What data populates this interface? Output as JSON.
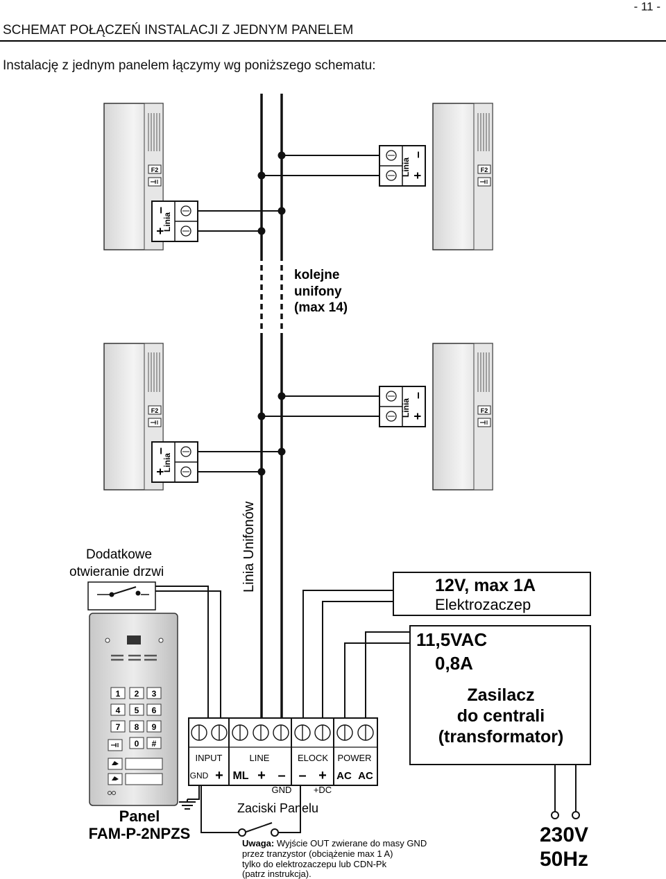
{
  "page_number": "- 11 -",
  "header": "SCHEMAT POŁĄCZEŃ INSTALACJI Z JEDNYM PANELEM",
  "intro": "Instalację z jednym panelem łączymy wg poniższego schematu:",
  "intercom": {
    "f2_label": "F2",
    "terminal_minus": "–",
    "terminal_plus": "+",
    "terminal_name": "Linia"
  },
  "more_units": {
    "line1": "kolejne",
    "line2": "unifony",
    "line3": "(max 14)"
  },
  "line_label": "Linia Unifonów",
  "extra_door": {
    "line1": "Dodatkowe",
    "line2": "otwieranie drzwi"
  },
  "lock_box": {
    "line1": "12V, max 1A",
    "line2": "Elektrozaczep"
  },
  "transformer": {
    "line1": "11,5VAC",
    "line2": "0,8A",
    "line3": "Zasilacz",
    "line4": "do centrali",
    "line5": "(transformator)"
  },
  "terminals": {
    "groups": [
      "INPUT",
      "LINE",
      "ELOCK",
      "POWER"
    ],
    "gnd": "GND",
    "plus": "+",
    "ml": "ML",
    "minus": "–",
    "ac": "AC",
    "gnd_bottom": "GND",
    "dc": "+DC",
    "title": "Zaciski Panelu"
  },
  "panel": {
    "line1": "Panel",
    "line2": "FAM-P-2NPZS",
    "keys": [
      "1",
      "2",
      "3",
      "4",
      "5",
      "6",
      "7",
      "8",
      "9",
      "0",
      "#"
    ]
  },
  "mains": {
    "line1": "230V",
    "line2": "50Hz"
  },
  "note": {
    "bold": "Uwaga:",
    "line1": " Wyjście OUT zwierane do masy GND",
    "line2": "przez tranzystor (obciążenie max 1 A)",
    "line3": "tylko do elektrozaczepu lub CDN-Pk",
    "line4": "(patrz instrukcja)."
  }
}
